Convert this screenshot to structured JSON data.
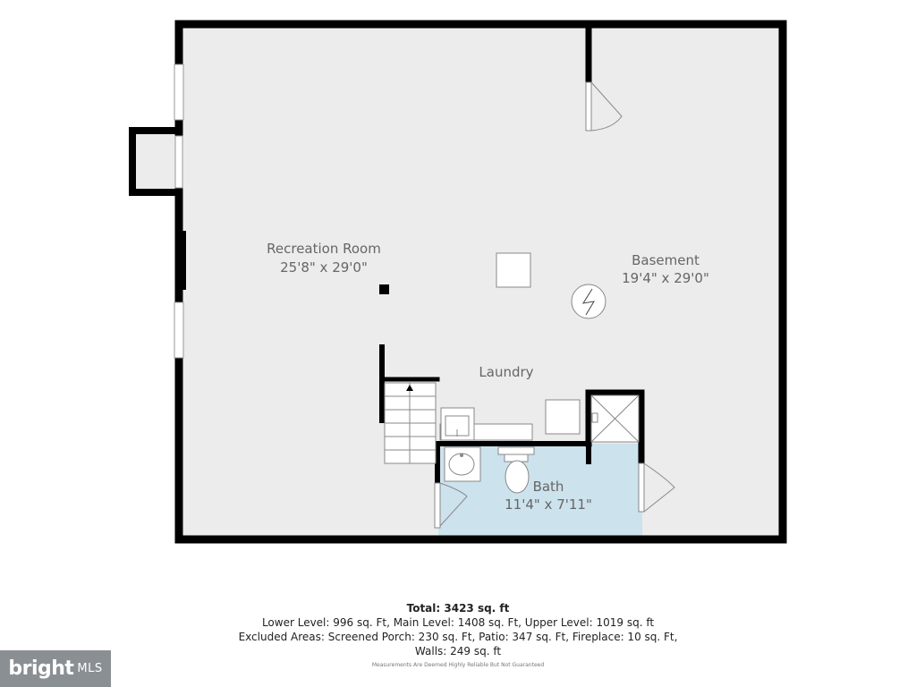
{
  "rooms": {
    "recreation": {
      "name": "Recreation Room",
      "dims": "25'8\" x 29'0\""
    },
    "basement": {
      "name": "Basement",
      "dims": "19'4\" x 29'0\""
    },
    "laundry": {
      "name": "Laundry"
    },
    "bath": {
      "name": "Bath",
      "dims": "11'4\" x 7'11\""
    }
  },
  "colors": {
    "wall": "#000000",
    "floor": "#ececec",
    "bath_floor": "#cce2ec",
    "fixture_stroke": "#888888"
  },
  "footer": {
    "total": "Total: 3423 sq. ft",
    "line1": "Lower Level: 996 sq. Ft, Main Level: 1408 sq. Ft, Upper Level: 1019 sq. ft",
    "line2": "Excluded Areas: Screened Porch: 230 sq. Ft, Patio: 347 sq. Ft, Fireplace: 10 sq. Ft,",
    "line3": "Walls: 249 sq. ft",
    "disclaimer": "Measurements Are Deemed Highly Reliable But Not Guaranteed"
  },
  "logo": {
    "brand": "bright",
    "suffix": "MLS"
  },
  "icons": [
    "stairs-arrow-icon",
    "electrical-panel-icon",
    "shower-icon",
    "sink-icon",
    "toilet-icon",
    "door-swing-icon"
  ]
}
